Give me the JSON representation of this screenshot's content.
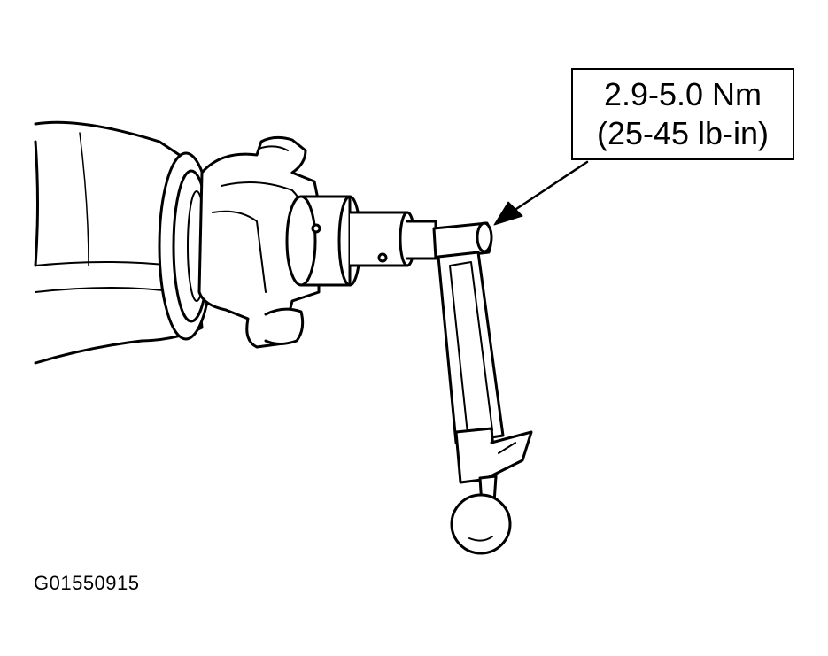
{
  "callout": {
    "torque_metric": "2.9-5.0 Nm",
    "torque_imperial": "(25-45 lb-in)"
  },
  "figure_id": "G01550915"
}
